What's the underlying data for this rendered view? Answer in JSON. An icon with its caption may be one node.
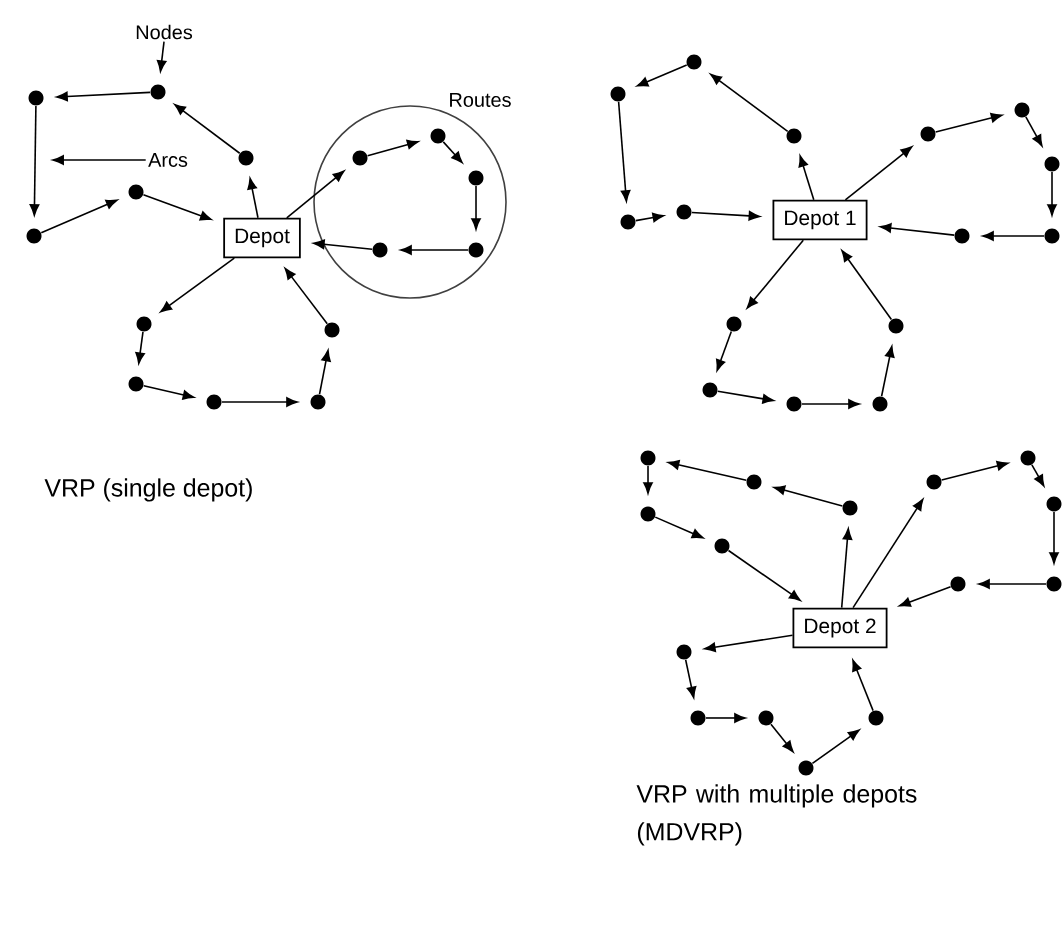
{
  "diagram": {
    "nodes": [
      {
        "text": [
          "Nodes"
        ]
      },
      {
        "text": [
          "Arcs"
        ]
      },
      {
        "text": [
          "Depot"
        ]
      },
      {
        "text": [],
        "shape": "circle"
      },
      {
        "text": [],
        "shape": "circle"
      },
      {
        "text": [],
        "shape": "circle"
      },
      {
        "text": [],
        "shape": "circle"
      },
      {
        "text": [],
        "shape": "circle"
      },
      {
        "text": [],
        "shape": "circle"
      },
      {
        "text": [],
        "shape": "circle"
      },
      {
        "text": [],
        "shape": "circle"
      },
      {
        "text": [],
        "shape": "circle"
      },
      {
        "text": [],
        "shape": "circle"
      },
      {
        "text": [],
        "shape": "circle"
      },
      {
        "text": [],
        "shape": "circle"
      },
      {
        "text": [],
        "shape": "circle"
      },
      {
        "text": [],
        "shape": "circle"
      },
      {
        "text": [],
        "shape": "circle"
      },
      {
        "text": [
          "Depot 1"
        ]
      },
      {
        "text": [],
        "shape": "circle"
      },
      {
        "text": [],
        "shape": "circle"
      },
      {
        "text": [],
        "shape": "circle"
      },
      {
        "text": [],
        "shape": "circle"
      },
      {
        "text": [],
        "shape": "circle"
      },
      {
        "text": [],
        "shape": "circle"
      },
      {
        "text": [],
        "shape": "circle"
      },
      {
        "text": [],
        "shape": "circle"
      },
      {
        "text": [],
        "shape": "circle"
      },
      {
        "text": [],
        "shape": "circle"
      },
      {
        "text": [],
        "shape": "circle"
      },
      {
        "text": [],
        "shape": "circle"
      },
      {
        "text": [],
        "shape": "circle"
      },
      {
        "text": [],
        "shape": "circle"
      },
      {
        "text": [],
        "shape": "circle"
      },
      {
        "text": [
          "Depot 2"
        ]
      },
      {
        "text": [],
        "shape": "circle"
      },
      {
        "text": [],
        "shape": "circle"
      },
      {
        "text": [],
        "shape": "circle"
      },
      {
        "text": [],
        "shape": "circle"
      },
      {
        "text": [],
        "shape": "circle"
      },
      {
        "text": [],
        "shape": "circle"
      },
      {
        "text": [],
        "shape": "circle"
      },
      {
        "text": [],
        "shape": "circle"
      },
      {
        "text": [],
        "shape": "circle"
      },
      {
        "text": [],
        "shape": "circle"
      },
      {
        "text": [],
        "shape": "circle"
      },
      {
        "text": [],
        "shape": "circle"
      },
      {
        "text": [],
        "shape": "circle"
      },
      {
        "text": [],
        "shape": "circle"
      },
      {
        "text": [],
        "shape": "circle"
      }
    ],
    "edges": [
      {
        "from": 0,
        "to": 3,
        "arrow": "to"
      },
      {
        "from": 1,
        "to": null,
        "arrow": "to"
      },
      {
        "from": 2,
        "to": 7,
        "arrow": "to"
      },
      {
        "from": 7,
        "to": 3,
        "arrow": "to"
      },
      {
        "from": 3,
        "to": 4,
        "arrow": "to"
      },
      {
        "from": 4,
        "to": 5,
        "arrow": "to"
      },
      {
        "from": 5,
        "to": 6,
        "arrow": "to"
      },
      {
        "from": 6,
        "to": 2,
        "arrow": "to"
      },
      {
        "from": 2,
        "to": 8,
        "arrow": "to"
      },
      {
        "from": 8,
        "to": 9,
        "arrow": "to"
      },
      {
        "from": 9,
        "to": 10,
        "arrow": "to"
      },
      {
        "from": 10,
        "to": 11,
        "arrow": "to"
      },
      {
        "from": 11,
        "to": 12,
        "arrow": "to"
      },
      {
        "from": 12,
        "to": 2,
        "arrow": "to"
      },
      {
        "from": 2,
        "to": 13,
        "arrow": "to"
      },
      {
        "from": 13,
        "to": 14,
        "arrow": "to"
      },
      {
        "from": 14,
        "to": 15,
        "arrow": "to"
      },
      {
        "from": 15,
        "to": 16,
        "arrow": "to"
      },
      {
        "from": 16,
        "to": 17,
        "arrow": "to"
      },
      {
        "from": 17,
        "to": 2,
        "arrow": "to"
      },
      {
        "from": 18,
        "to": 19,
        "arrow": "to"
      },
      {
        "from": 19,
        "to": 20,
        "arrow": "to"
      },
      {
        "from": 20,
        "to": 21,
        "arrow": "to"
      },
      {
        "from": 21,
        "to": 22,
        "arrow": "to"
      },
      {
        "from": 22,
        "to": 23,
        "arrow": "to"
      },
      {
        "from": 23,
        "to": 18,
        "arrow": "to"
      },
      {
        "from": 18,
        "to": 24,
        "arrow": "to"
      },
      {
        "from": 24,
        "to": 25,
        "arrow": "to"
      },
      {
        "from": 25,
        "to": 26,
        "arrow": "to"
      },
      {
        "from": 26,
        "to": 27,
        "arrow": "to"
      },
      {
        "from": 27,
        "to": 28,
        "arrow": "to"
      },
      {
        "from": 28,
        "to": 18,
        "arrow": "to"
      },
      {
        "from": 18,
        "to": 29,
        "arrow": "to"
      },
      {
        "from": 29,
        "to": 30,
        "arrow": "to"
      },
      {
        "from": 30,
        "to": 31,
        "arrow": "to"
      },
      {
        "from": 31,
        "to": 32,
        "arrow": "to"
      },
      {
        "from": 32,
        "to": 33,
        "arrow": "to"
      },
      {
        "from": 33,
        "to": 18,
        "arrow": "to"
      },
      {
        "from": 34,
        "to": 35,
        "arrow": "to"
      },
      {
        "from": 35,
        "to": 36,
        "arrow": "to"
      },
      {
        "from": 36,
        "to": 37,
        "arrow": "to"
      },
      {
        "from": 37,
        "to": 38,
        "arrow": "to"
      },
      {
        "from": 38,
        "to": 39,
        "arrow": "to"
      },
      {
        "from": 39,
        "to": 34,
        "arrow": "to"
      },
      {
        "from": 34,
        "to": 40,
        "arrow": "to"
      },
      {
        "from": 40,
        "to": 41,
        "arrow": "to"
      },
      {
        "from": 41,
        "to": 42,
        "arrow": "to"
      },
      {
        "from": 42,
        "to": 43,
        "arrow": "to"
      },
      {
        "from": 43,
        "to": 44,
        "arrow": "to"
      },
      {
        "from": 44,
        "to": 34,
        "arrow": "to"
      },
      {
        "from": 34,
        "to": 45,
        "arrow": "to"
      },
      {
        "from": 45,
        "to": 46,
        "arrow": "to"
      },
      {
        "from": 46,
        "to": 47,
        "arrow": "to"
      },
      {
        "from": 47,
        "to": 48,
        "arrow": "to"
      },
      {
        "from": 48,
        "to": 49,
        "arrow": "to"
      },
      {
        "from": 49,
        "to": 34,
        "arrow": "to"
      }
    ],
    "labels": [
      "Routes",
      "VRP (single depot)",
      "VRP with multiple depots (MDVRP)"
    ]
  }
}
